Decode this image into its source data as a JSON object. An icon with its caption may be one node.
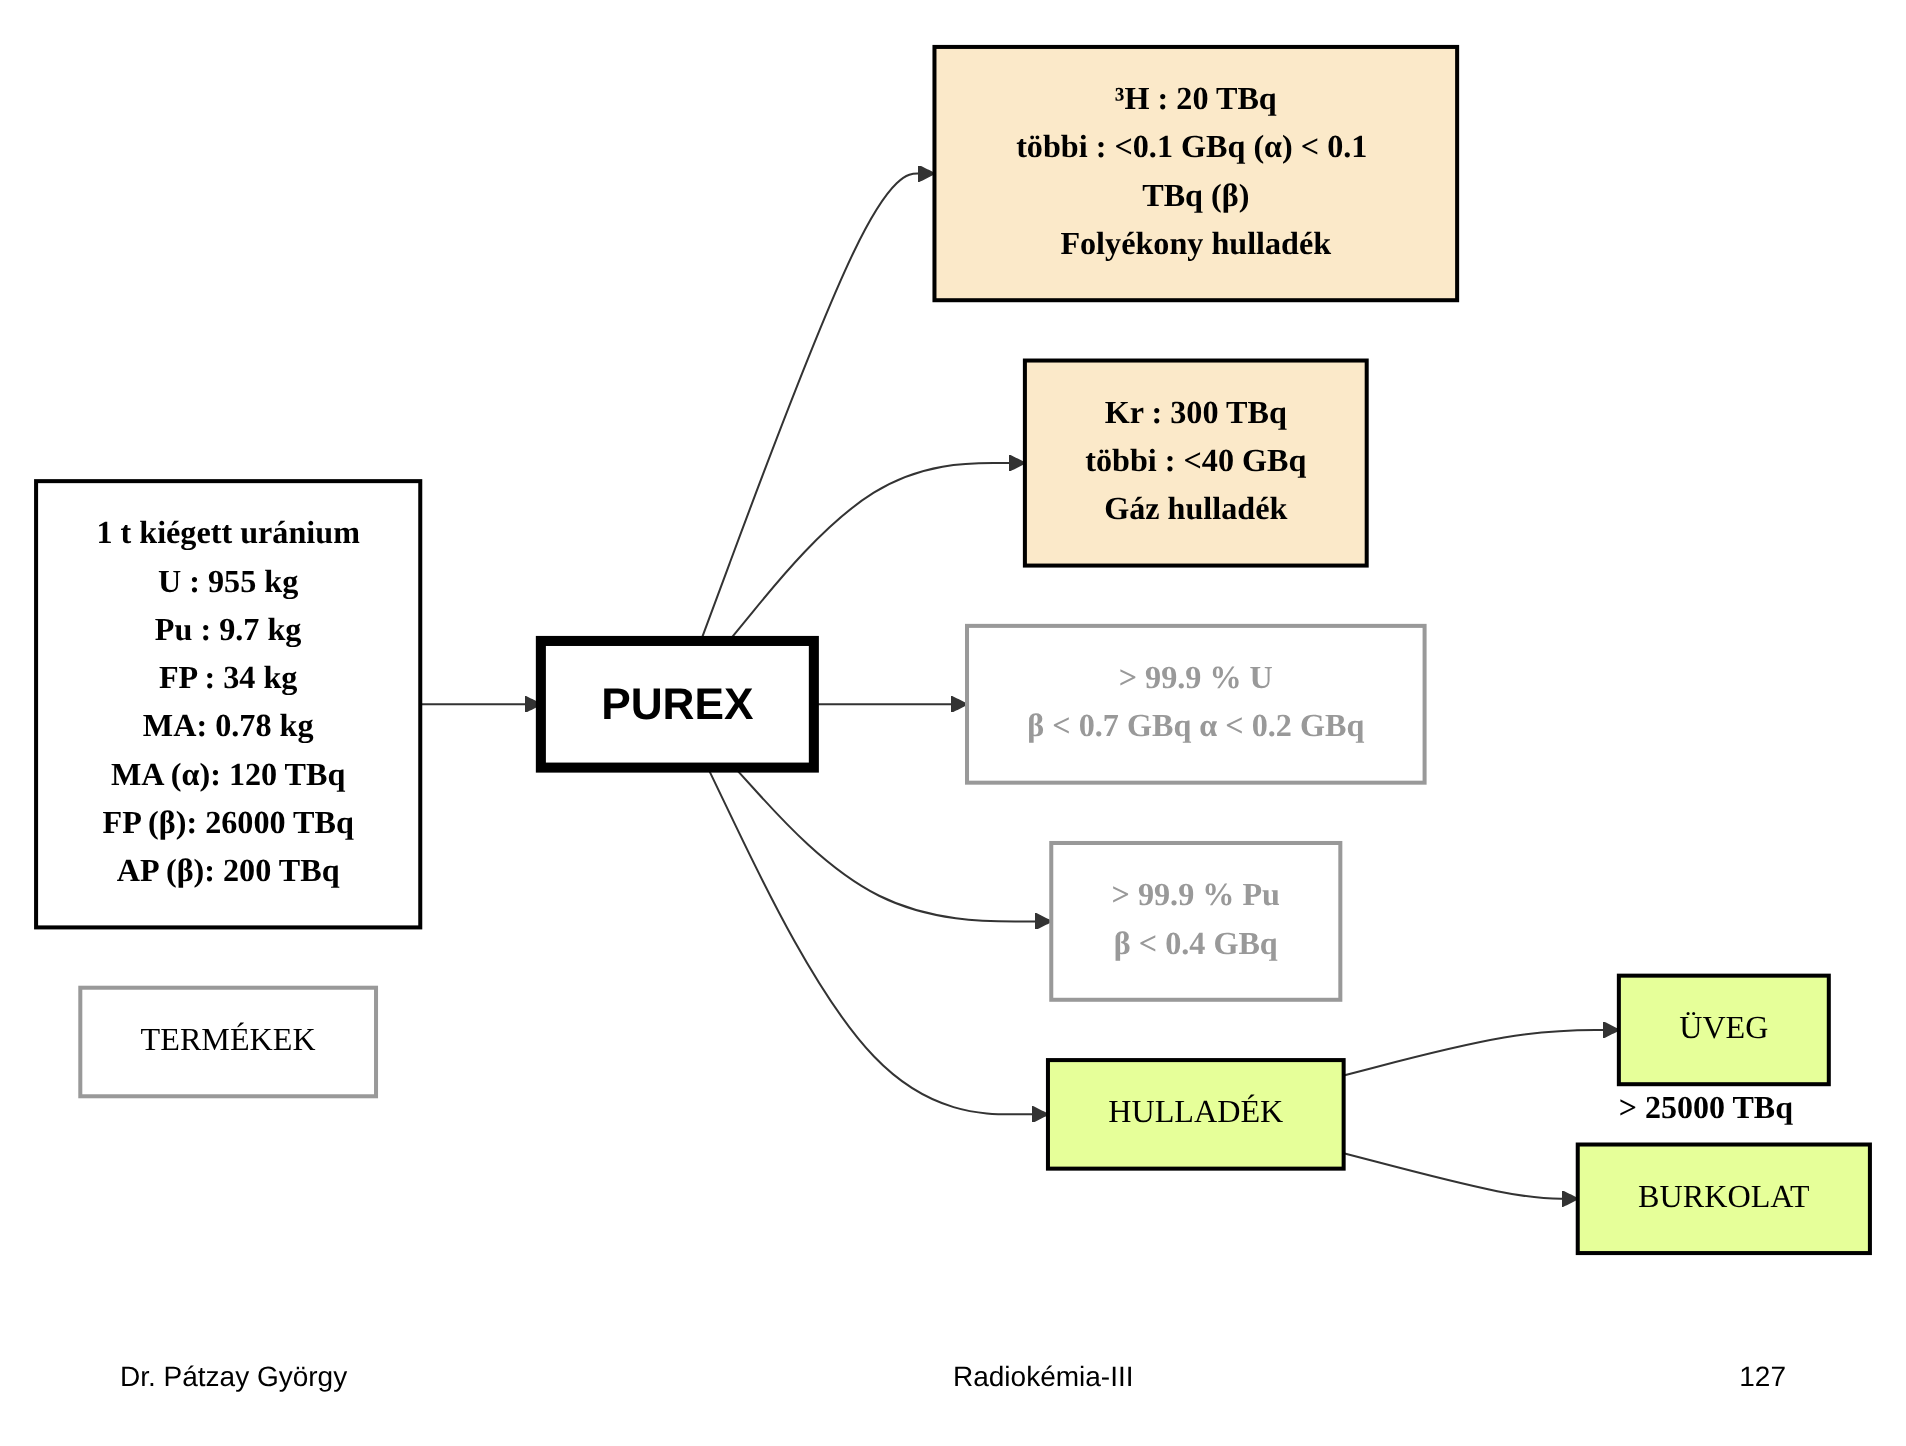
{
  "diagram": {
    "nodes": [
      {
        "text": [
          "³H : 20 TBq",
          "többi : <0.1 GBq (α) < 0.1 TBq (β)",
          "Folyékony hulladék"
        ]
      },
      {
        "text": [
          "Kr : 300 TBq",
          "többi : <40 GBq",
          "Gáz hulladék"
        ]
      },
      {
        "text": [
          "1 t kiégett uránium",
          "U : 955 kg",
          "Pu : 9.7 kg",
          "FP : 34 kg",
          "MA: 0.78 kg",
          "MA (α): 120 TBq",
          "FP (β): 26000 TBq",
          "AP (β): 200 TBq"
        ]
      },
      {
        "text": [
          "PUREX"
        ]
      },
      {
        "text": [
          "> 99.9 % U",
          "β < 0.7 GBq α < 0.2 GBq"
        ]
      },
      {
        "text": [
          "> 99.9 % Pu",
          "β < 0.4 GBq"
        ]
      },
      {
        "text": [
          "TERMÉKEK"
        ]
      },
      {
        "text": [
          "HULLADÉK"
        ]
      },
      {
        "text": [
          "ÜVEG"
        ],
        "beside": [
          "> 25000 TBq"
        ]
      },
      {
        "text": [
          "BURKOLAT"
        ]
      }
    ],
    "edges": [
      {
        "from": 2,
        "to": 3,
        "arrow": "to"
      },
      {
        "from": 3,
        "to": 0,
        "arrow": "to"
      },
      {
        "from": 3,
        "to": 1,
        "arrow": "to"
      },
      {
        "from": 3,
        "to": 4,
        "arrow": "to"
      },
      {
        "from": 3,
        "to": 5,
        "arrow": "to"
      },
      {
        "from": 3,
        "to": 7,
        "arrow": "to"
      },
      {
        "from": 7,
        "to": 8,
        "arrow": "to"
      },
      {
        "from": 7,
        "to": 9,
        "arrow": "to"
      }
    ],
    "labels": [
      "Dr. Pátzay György",
      "Radiokémia-III",
      "127"
    ]
  }
}
